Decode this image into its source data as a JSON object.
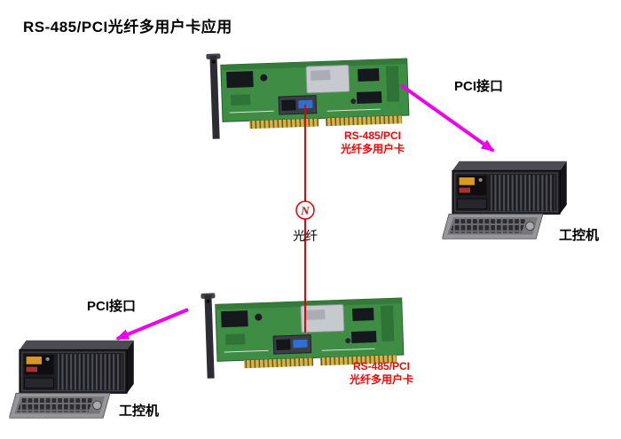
{
  "title": "RS-485/PCI光纤多用户卡应用",
  "top_card": {
    "name_line1": "RS-485/PCI",
    "name_line2": "光纤多用户卡"
  },
  "bottom_card": {
    "name_line1": "RS-485/PCI",
    "name_line2": "光纤多用户卡"
  },
  "top_link": {
    "label": "PCI接口"
  },
  "bottom_link": {
    "label": "PCI接口"
  },
  "fiber": {
    "label": "光纤",
    "symbol": "N"
  },
  "right_computer": {
    "label": "工控机"
  },
  "left_computer": {
    "label": "工控机"
  },
  "colors": {
    "background": "#ffffff",
    "arrow": "#ee00ee",
    "fiber_line": "#e60000",
    "card_label_text": "#ff0000",
    "pcb_green": "#3f8c45",
    "gold_fingers": "#caa93f"
  }
}
